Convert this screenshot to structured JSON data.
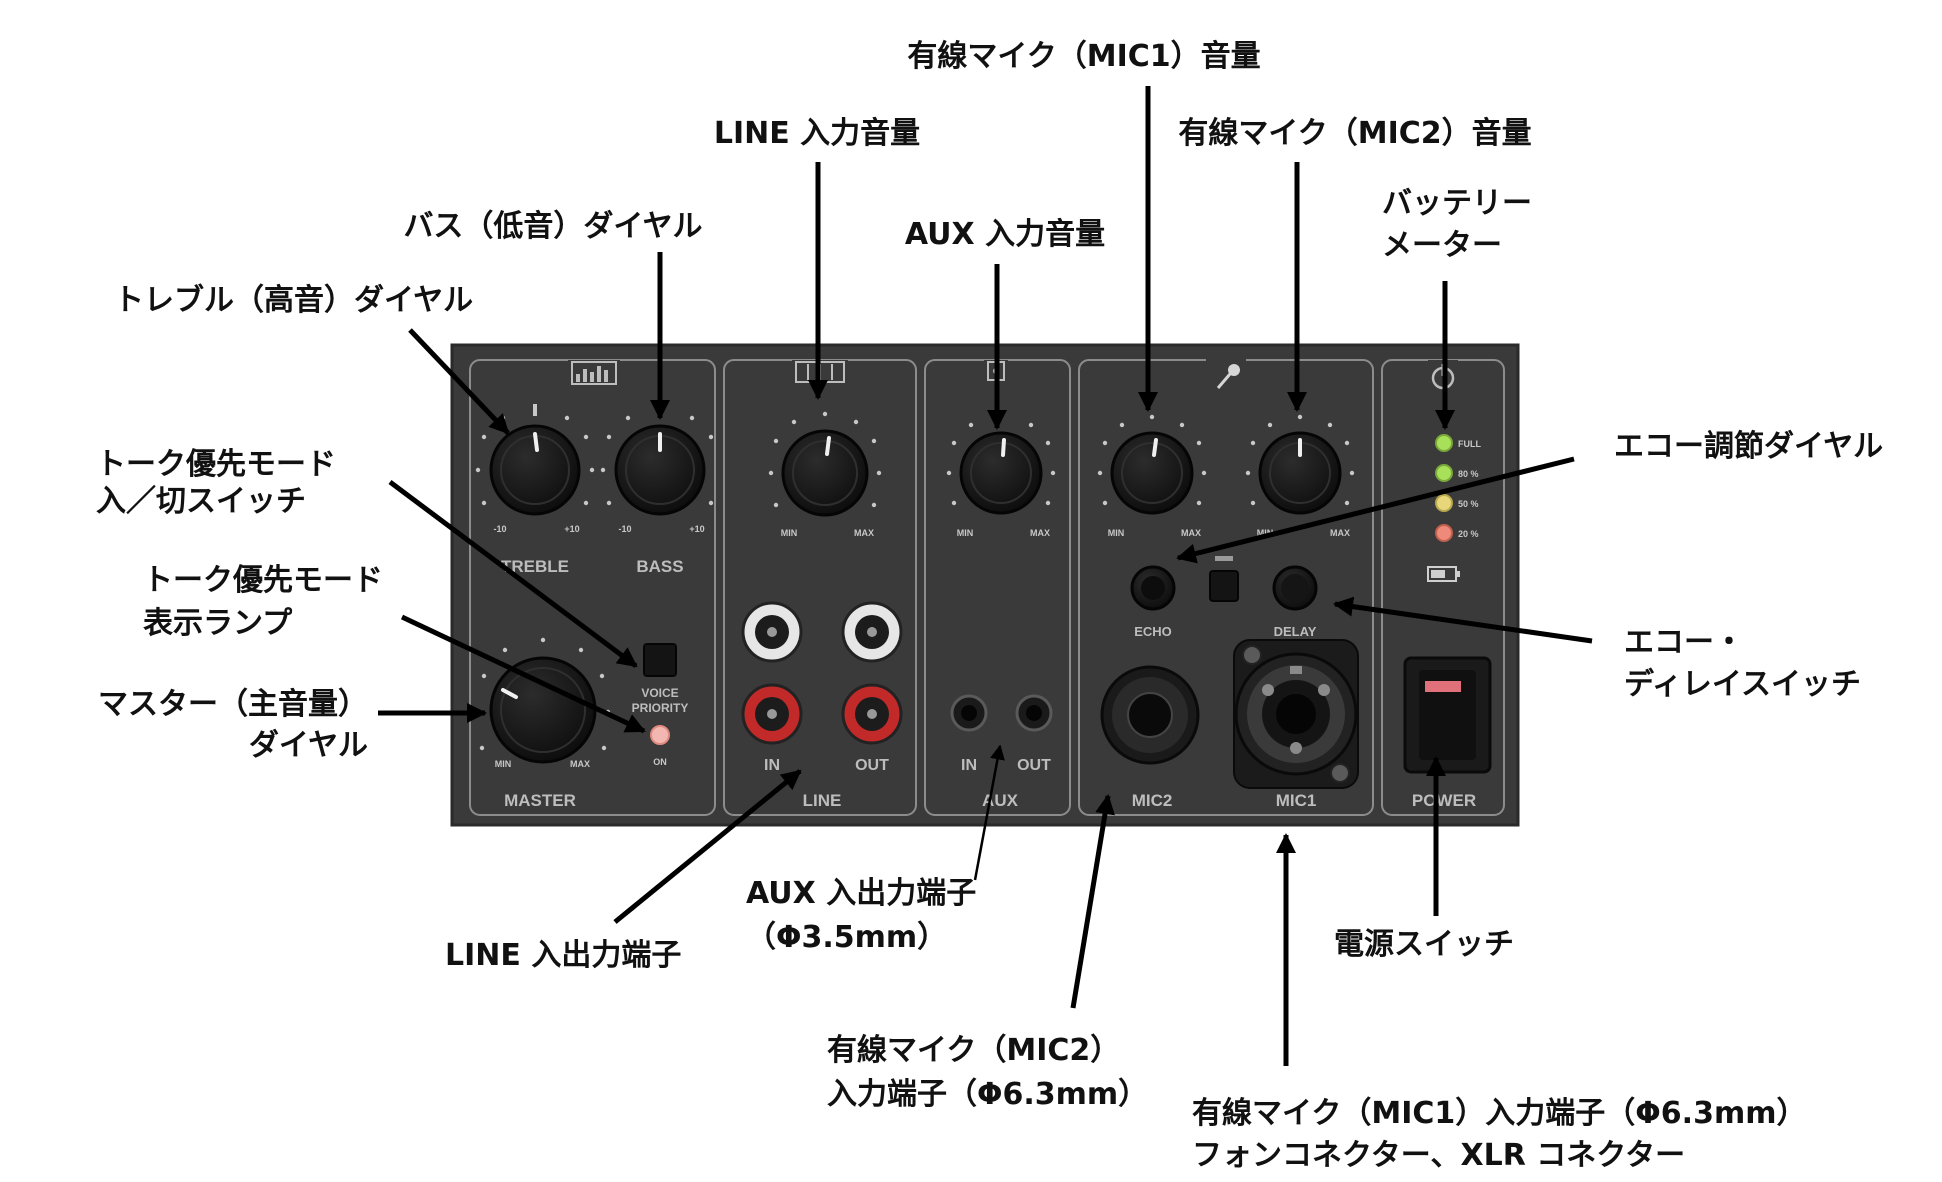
{
  "callouts": {
    "mic1_volume": "有線マイク（MIC1）音量",
    "line_volume": "LINE 入力音量",
    "mic2_volume": "有線マイク（MIC2）音量",
    "bass_dial": "バス（低音）ダイヤル",
    "aux_volume": "AUX 入力音量",
    "battery_meter": [
      "バッテリー",
      "メーター"
    ],
    "treble_dial": "トレブル（高音）ダイヤル",
    "echo_dial": "エコー調節ダイヤル",
    "talk_switch": [
      "トーク優先モード",
      "入／切スイッチ"
    ],
    "talk_lamp": [
      "トーク優先モード",
      "表示ランプ"
    ],
    "echo_delay_switch": [
      "エコー・",
      "ディレイスイッチ"
    ],
    "master_dial": [
      "マスター（主音量）",
      "ダイヤル"
    ],
    "aux_jack": [
      "AUX 入出力端子",
      "（Φ3.5mm）"
    ],
    "line_jack": "LINE 入出力端子",
    "power_switch": "電源スイッチ",
    "mic2_jack": [
      "有線マイク（MIC2）",
      "入力端子（Φ6.3mm）"
    ],
    "mic1_jack": [
      "有線マイク（MIC1）入力端子（Φ6.3mm）",
      "フォンコネクター、XLR コネクター"
    ]
  },
  "panel": {
    "treble": "TREBLE",
    "bass": "BASS",
    "tone_min": "-10",
    "tone_max": "+10",
    "min": "MIN",
    "max": "MAX",
    "master": "MASTER",
    "voice_priority": [
      "VOICE",
      "PRIORITY"
    ],
    "on": "ON",
    "line": "LINE",
    "in": "IN",
    "out": "OUT",
    "aux": "AUX",
    "echo": "ECHO",
    "delay": "DELAY",
    "mic2": "MIC2",
    "mic1": "MIC1",
    "power": "POWER",
    "battery_levels": [
      "FULL",
      "80 %",
      "50 %",
      "20 %"
    ]
  },
  "colors": {
    "panel": "#3a3a3b",
    "panel_border": "#2a2a2a",
    "section_line": "#8c8c8c",
    "panel_text": "#bdbdbd",
    "knob": "#161616",
    "rca_white": "#e6e6e6",
    "rca_red": "#c22a2a",
    "led_green": "#a8e05a",
    "led_yellow": "#e7d77a",
    "led_red": "#ef8a7a",
    "switch_red": "#e0707a"
  }
}
